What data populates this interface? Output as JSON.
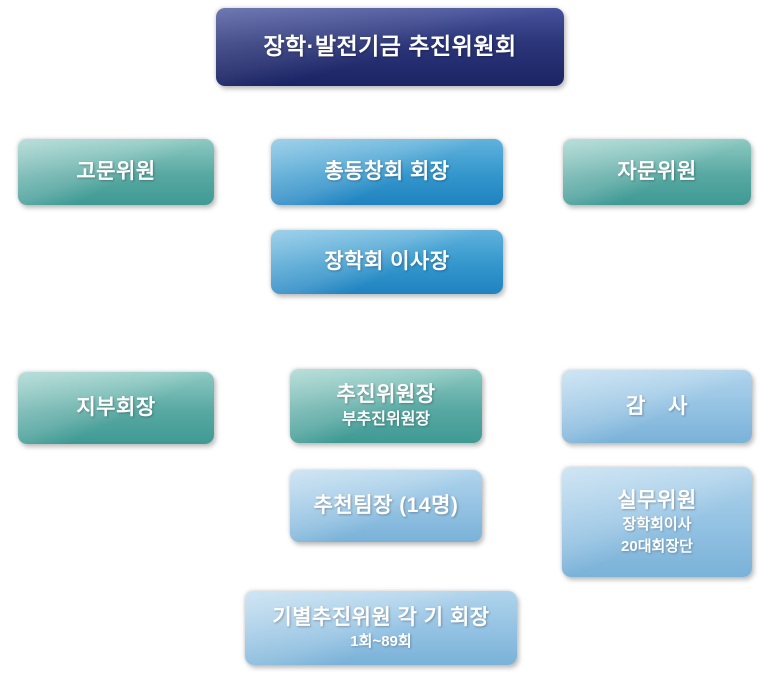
{
  "diagram": {
    "type": "organization-chart",
    "background": "#ffffff",
    "nodes": {
      "committee_title": {
        "label": "장학·발전기금 추진위원회"
      },
      "advisors": {
        "label": "고문위원"
      },
      "alumni_president": {
        "label": "총동창회 회장"
      },
      "consultants": {
        "label": "자문위원"
      },
      "scholarship_chairman": {
        "label": "장학회 이사장"
      },
      "branch_presidents": {
        "label": "지부회장"
      },
      "promotion_chair": {
        "label": "추진위원장",
        "sublabel": "부추진위원장"
      },
      "auditor": {
        "label": "감 사"
      },
      "recommendation_team": {
        "label": "추천팀장 (14명)"
      },
      "working_committee": {
        "label": "실무위원",
        "sublabel1": "장학회이사",
        "sublabel2": "20대회장단"
      },
      "class_committee": {
        "label": "기별추진위원 각 기 회장",
        "sublabel": "1회~89회"
      }
    },
    "colors": {
      "navy_top": "#46529b",
      "navy_bottom": "#1b2464",
      "teal_top": "#8cc9c2",
      "teal_bottom": "#3f9a94",
      "blue_top": "#60b2dc",
      "blue_bottom": "#2083c0",
      "lightblue_top": "#b0d4ec",
      "lightblue_bottom": "#7ab2d8",
      "text": "#ffffff"
    }
  }
}
